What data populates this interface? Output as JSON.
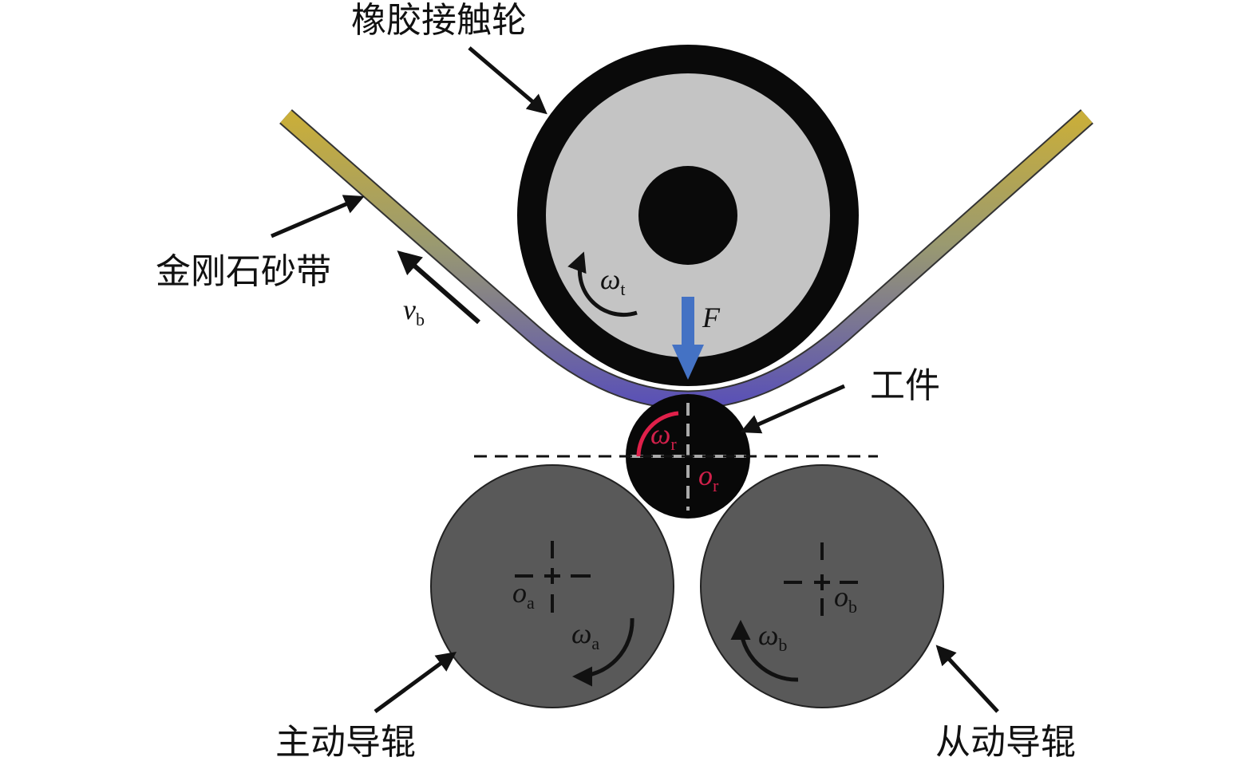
{
  "labels": {
    "contact_wheel": "橡胶接触轮",
    "belt": "金刚石砂带",
    "workpiece": "工件",
    "driving_roller": "主动导辊",
    "driven_roller": "从动导辊"
  },
  "symbols": {
    "omega": "ω",
    "o": "o",
    "v": "v",
    "force": "F",
    "sub_t": "t",
    "sub_b": "b",
    "sub_r": "r",
    "sub_a": "a"
  },
  "colors": {
    "roller": "#595959",
    "wheel_ring": "#0a0a0a",
    "wheel_face": "#c4c4c4",
    "belt_top": "#c9ae3a",
    "belt_bottom": "#5b52b5",
    "force_arrow": "#4472c4",
    "workpiece_marks": "#e0204a"
  }
}
